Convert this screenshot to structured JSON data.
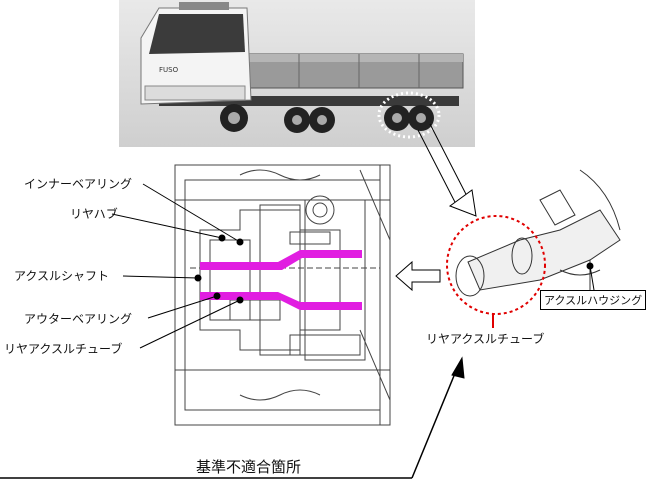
{
  "labels": {
    "inner_bearing": "インナーベアリング",
    "rear_hub": "リヤハブ",
    "axle_shaft": "アクスルシャフト",
    "outer_bearing": "アウターベアリング",
    "rear_axle_tube_left": "リヤアクスルチューブ",
    "rear_axle_tube_right": "リヤアクスルチューブ",
    "axle_housing": "アクスルハウジング",
    "nonconforming": "基準不適合箇所"
  },
  "truck_badge": "FUSO",
  "colors": {
    "shaft_highlight": "#e11ee1",
    "circle_highlight": "#e00000",
    "line": "#000000"
  }
}
